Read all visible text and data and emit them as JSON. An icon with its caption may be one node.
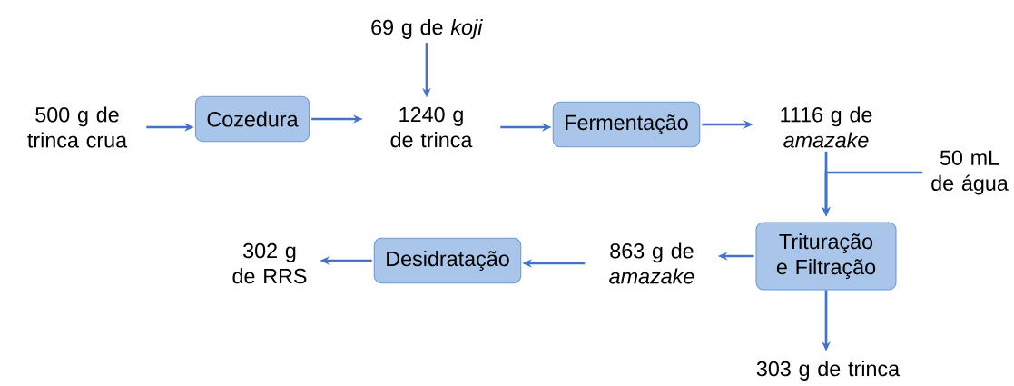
{
  "diagram": {
    "nodes": [
      {
        "text": [
          "500 g de trinca crua"
        ]
      },
      {
        "text": [
          "Cozedura"
        ]
      },
      {
        "text": [
          "1240 g de trinca"
        ]
      },
      {
        "text": [
          "69 g de *koji*"
        ]
      },
      {
        "text": [
          "Fermentação"
        ]
      },
      {
        "text": [
          "1116 g de *amazake*"
        ]
      },
      {
        "text": [
          "50 mL de água"
        ]
      },
      {
        "text": [
          "Trituração e Filtração"
        ]
      },
      {
        "text": [
          "863 g de *amazake*"
        ]
      },
      {
        "text": [
          "Desidratação"
        ]
      },
      {
        "text": [
          "302 g de RRS"
        ]
      },
      {
        "text": [
          "303 g de trinca"
        ]
      }
    ],
    "edges": [
      {
        "from": 0,
        "to": 1,
        "arrow": "to"
      },
      {
        "from": 1,
        "to": 2,
        "arrow": "to"
      },
      {
        "from": 3,
        "to": 2,
        "arrow": "to"
      },
      {
        "from": 2,
        "to": 4,
        "arrow": "to"
      },
      {
        "from": 4,
        "to": 5,
        "arrow": "to"
      },
      {
        "from": 5,
        "to": 7,
        "arrow": "to"
      },
      {
        "from": 6,
        "to": 7,
        "arrow": "to"
      },
      {
        "from": 7,
        "to": 8,
        "arrow": "to"
      },
      {
        "from": 8,
        "to": 9,
        "arrow": "to"
      },
      {
        "from": 9,
        "to": 10,
        "arrow": "to"
      },
      {
        "from": 7,
        "to": 11,
        "arrow": "to"
      }
    ]
  }
}
